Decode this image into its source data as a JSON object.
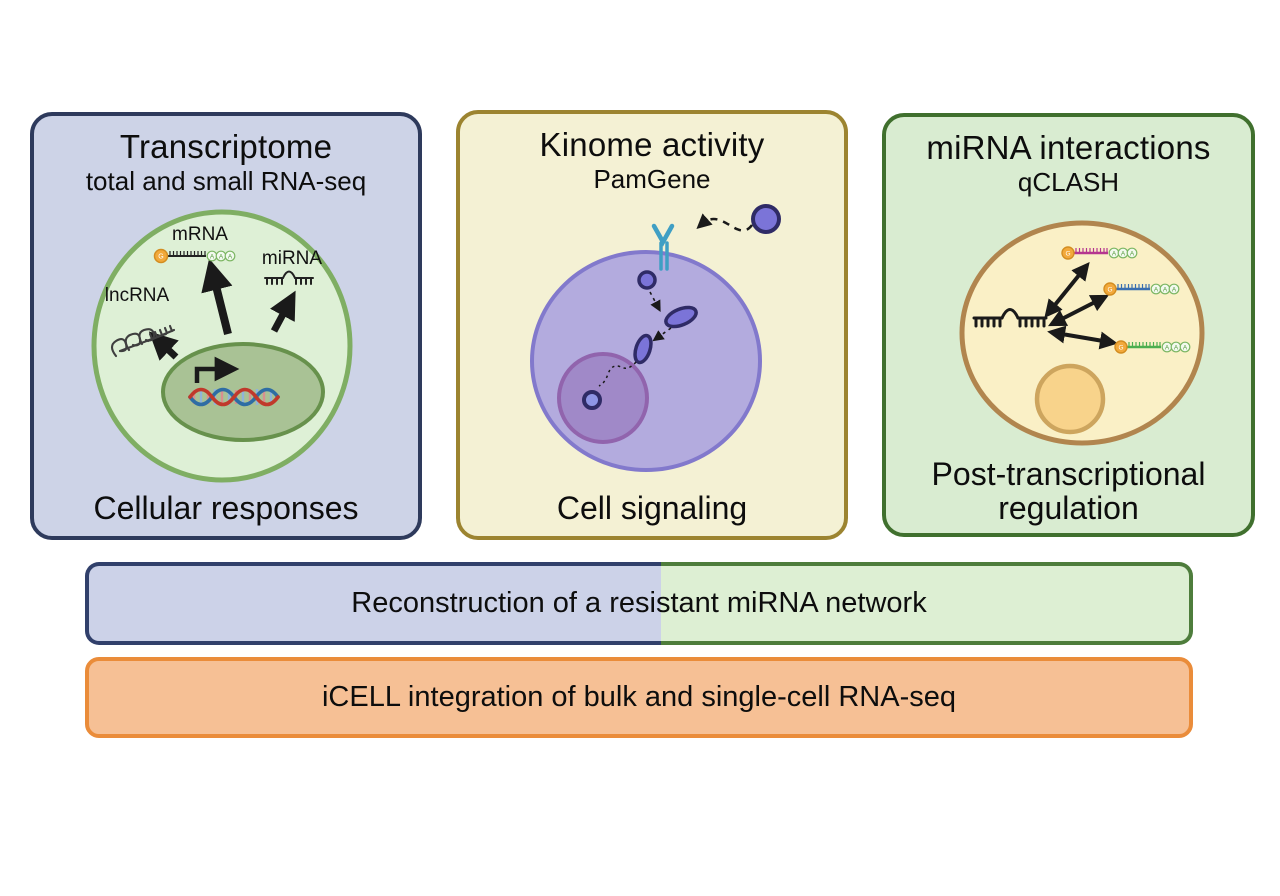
{
  "figure": {
    "panels": [
      {
        "title": "Transcriptome",
        "subtitle": "total and small RNA-seq",
        "caption": "Cellular responses",
        "bg": "#cdd3e7",
        "border": "#2e3a5c",
        "labels": {
          "mrna": "mRNA",
          "mirna": "miRNA",
          "lncrna": "lncRNA"
        }
      },
      {
        "title": "Kinome activity",
        "subtitle": "PamGene",
        "caption": "Cell signaling",
        "bg": "#f4f1d4",
        "border": "#9c8430"
      },
      {
        "title": "miRNA interactions",
        "subtitle": "qCLASH",
        "caption": "Post-transcriptional regulation",
        "bg": "#d9ecd1",
        "border": "#40702e"
      }
    ],
    "icon_glyphs": {
      "cap": "G",
      "tail": "A"
    },
    "bars": [
      {
        "label": "Reconstruction of a resistant miRNA network",
        "left_bg": "#ccd2e8",
        "left_border": "#31406b",
        "right_bg": "#ddefd3",
        "right_border": "#4e7d3c"
      },
      {
        "label": "iCELL integration of bulk and single-cell RNA-seq",
        "bg": "#f6c095",
        "border": "#ea8c3a"
      }
    ]
  }
}
